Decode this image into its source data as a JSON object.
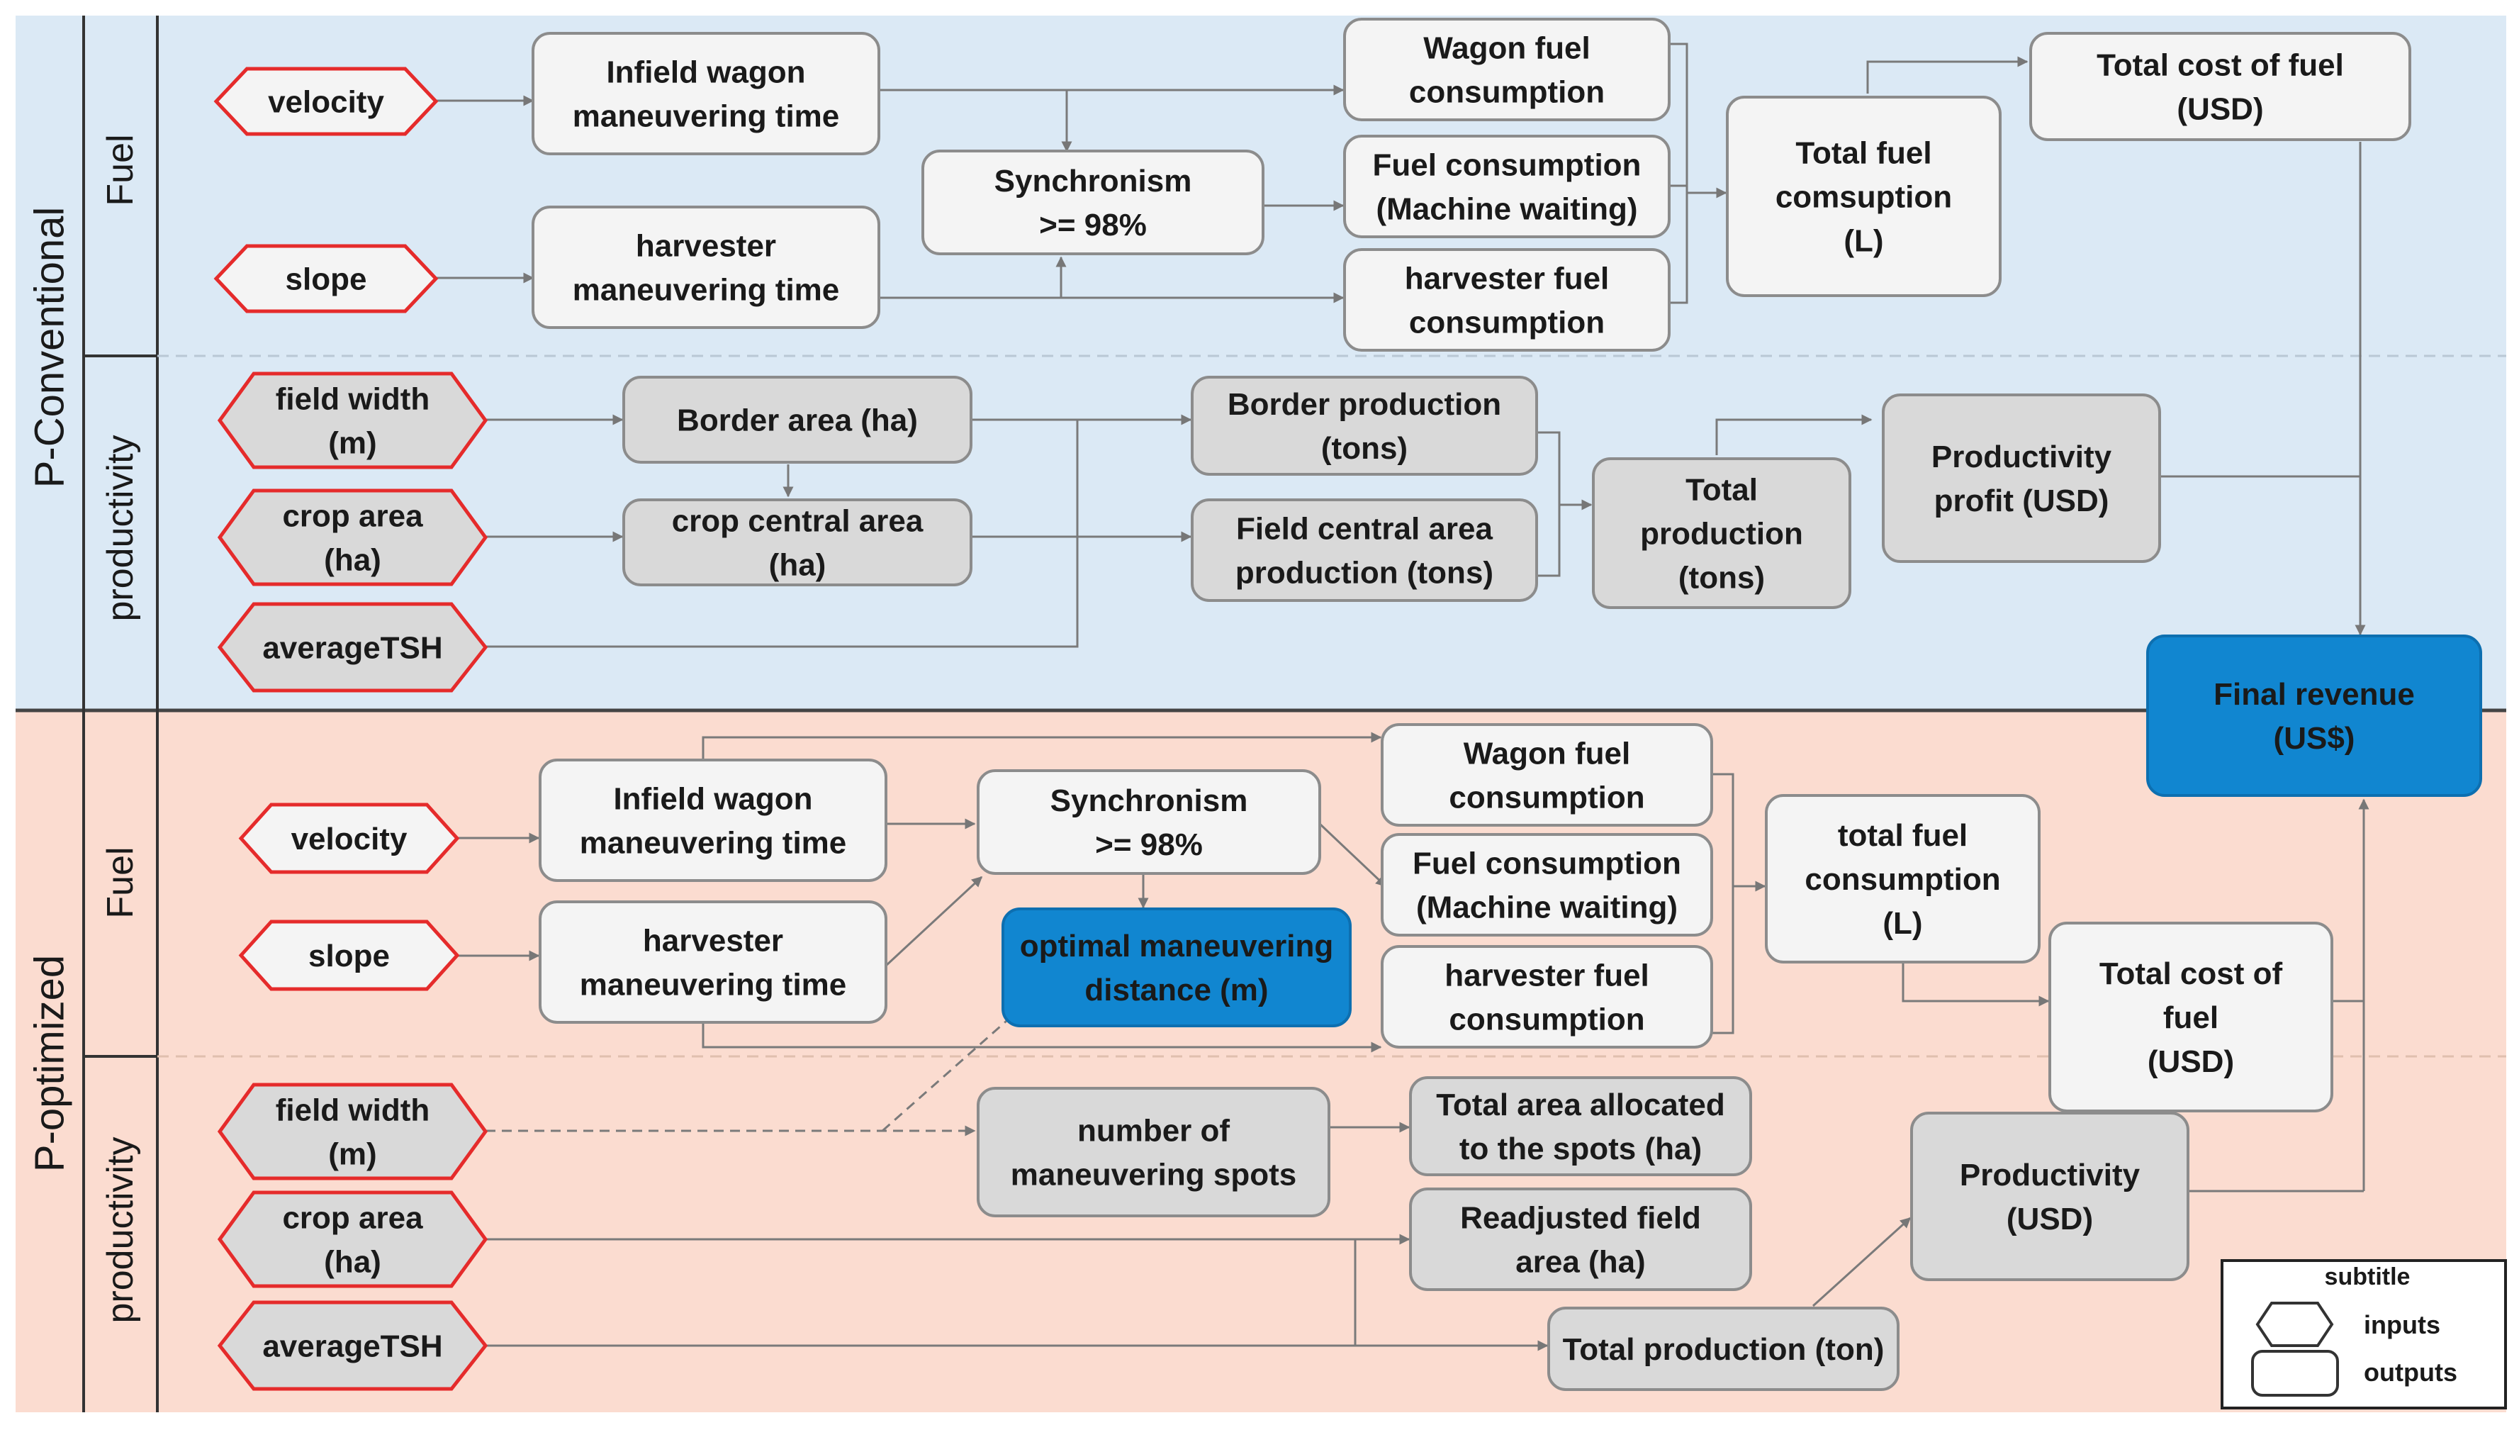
{
  "sections": {
    "conventional": "P-Conventional",
    "optimized": "P-optimized"
  },
  "subsections": {
    "fuel": "Fuel",
    "productivity": "productivity"
  },
  "legend": {
    "title": "subtitle",
    "inputs": "inputs",
    "outputs": "outputs"
  },
  "colors": {
    "top_band": "#dbe9f5",
    "bottom_band": "#fbdcd0",
    "input_outline": "#e52b2b",
    "light_box": "#f4f4f4",
    "grey_box": "#d9d9d9",
    "highlight": "#1186d0"
  },
  "nodes": {
    "c_velocity": "velocity",
    "c_slope": "slope",
    "c_field_width": "field width\n(m)",
    "c_crop_area": "crop area\n(ha)",
    "c_avg_tsh": "averageTSH",
    "c_infield_wagon": "Infield wagon\nmaneuvering time",
    "c_harv_time": "harvester\nmaneuvering time",
    "c_sync": "Synchronism\n>= 98%",
    "c_wagon_fuel": "Wagon fuel\nconsumption",
    "c_fuel_wait": "Fuel consumption\n(Machine waiting)",
    "c_harv_fuel": "harvester fuel\nconsumption",
    "c_total_fuel": "Total fuel\ncomsuption\n(L)",
    "c_cost_fuel": "Total cost of fuel\n(USD)",
    "c_border_area": "Border area (ha)",
    "c_crop_central": "crop central area\n(ha)",
    "c_border_prod": "Border production\n(tons)",
    "c_field_central_prod": "Field central area\nproduction (tons)",
    "c_total_prod": "Total\nproduction\n(tons)",
    "c_prod_profit": "Productivity\nprofit  (USD)",
    "final_revenue": "Final revenue\n(US$)",
    "o_velocity": "velocity",
    "o_slope": "slope",
    "o_field_width": "field width\n(m)",
    "o_crop_area": "crop area\n(ha)",
    "o_avg_tsh": "averageTSH",
    "o_infield_wagon": "Infield wagon\nmaneuvering time",
    "o_harv_time": "harvester\nmaneuvering time",
    "o_sync": "Synchronism\n>= 98%",
    "o_opt_dist": "optimal maneuvering\ndistance (m)",
    "o_wagon_fuel": "Wagon fuel\nconsumption",
    "o_fuel_wait": "Fuel consumption\n(Machine waiting)",
    "o_harv_fuel": "harvester fuel\nconsumption",
    "o_total_fuel": "total fuel\nconsumption\n(L)",
    "o_cost_fuel": "Total cost of\nfuel\n(USD)",
    "o_num_spots": "number of\nmaneuvering spots",
    "o_total_area_spots": "Total area allocated\nto the spots (ha)",
    "o_readjusted": "Readjusted field\narea (ha)",
    "o_total_prod": "Total production (ton)",
    "o_productivity": "Productivity\n(USD)"
  }
}
